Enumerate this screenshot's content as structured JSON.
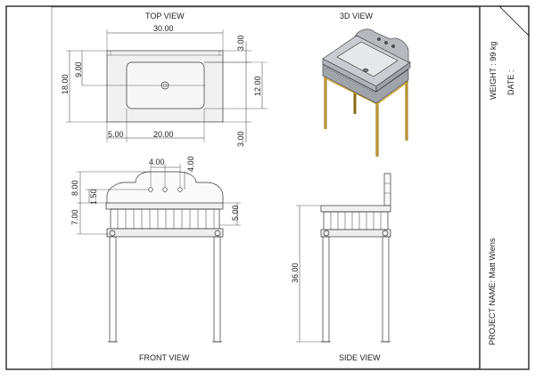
{
  "views": {
    "top": "TOP VIEW",
    "iso": "3D VIEW",
    "front": "FRONT VIEW",
    "side": "SIDE VIEW"
  },
  "title_block": {
    "weight": "WEIGHT : 99 kg",
    "date": "DATE :",
    "project": "PROJECT NAME: Matt Wiens"
  },
  "dims": {
    "top_width": "30.00",
    "top_depth": "18.00",
    "top_drain_y": "9.00",
    "top_back": "3.00",
    "top_front": "3.00",
    "top_basin_depth": "12.00",
    "top_left": "5.00",
    "top_basin_width": "20.00",
    "front_tap_spacing": "4.00",
    "front_tap_height": "4.00",
    "front_backsplash": "8.00",
    "front_tap_offset": "1.50",
    "front_apron": "7.00",
    "front_rail": "5.00",
    "side_height": "36.00"
  },
  "colors": {
    "line": "#333333",
    "border": "#000000",
    "basin": "#c9ccd0",
    "metal": "#b8922a"
  }
}
